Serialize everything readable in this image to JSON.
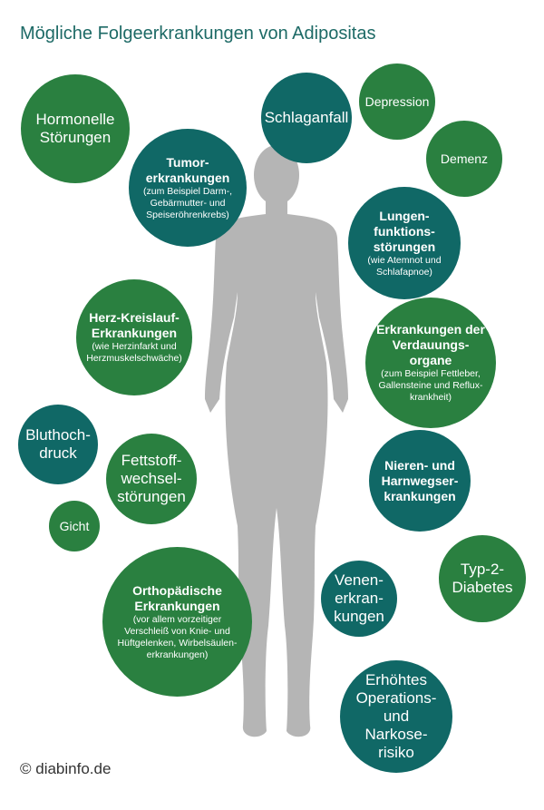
{
  "title": "Mögliche Folgeerkrankungen von Adipositas",
  "footer": "© diabinfo.de",
  "colors": {
    "teal": "#106866",
    "green": "#2a8040",
    "figure": "#b5b5b5"
  },
  "bubbles": {
    "hormonelle": {
      "title": "Hormonelle Störungen"
    },
    "schlaganfall": {
      "title": "Schlaganfall"
    },
    "depression": {
      "title": "Depression"
    },
    "demenz": {
      "title": "Demenz"
    },
    "tumor": {
      "title": "Tumor-erkrankungen",
      "detail": "(zum Beispiel Darm-, Gebärmutter- und Speiseröhrenkrebs)"
    },
    "lungen": {
      "title": "Lungen-funktions-störungen",
      "detail": "(wie Atemnot und Schlafapnoe)"
    },
    "herz": {
      "title": "Herz-Kreislauf-Erkrankungen",
      "detail": "(wie Herzinfarkt und Herzmuskelschwäche)"
    },
    "verdauung": {
      "title": "Erkrankungen der Verdauungs-organe",
      "detail": "(zum Beispiel Fettleber, Gallensteine und Reflux-krankheit)"
    },
    "bluthochdruck": {
      "title": "Bluthoch-druck"
    },
    "fettstoff": {
      "title": "Fettstoff-wechsel-störungen"
    },
    "gicht": {
      "title": "Gicht"
    },
    "nieren": {
      "title": "Nieren- und Harnwegser-krankungen"
    },
    "diabetes": {
      "title": "Typ-2-Diabetes"
    },
    "venen": {
      "title": "Venen-erkran-kungen"
    },
    "ortho": {
      "title": "Orthopädische Erkrankungen",
      "detail": "(vor allem vorzeitiger Verschleiß von Knie- und Hüftgelenken, Wirbelsäulen-erkrankungen)"
    },
    "operation": {
      "title": "Erhöhtes Operations- und Narkose-risiko"
    }
  }
}
